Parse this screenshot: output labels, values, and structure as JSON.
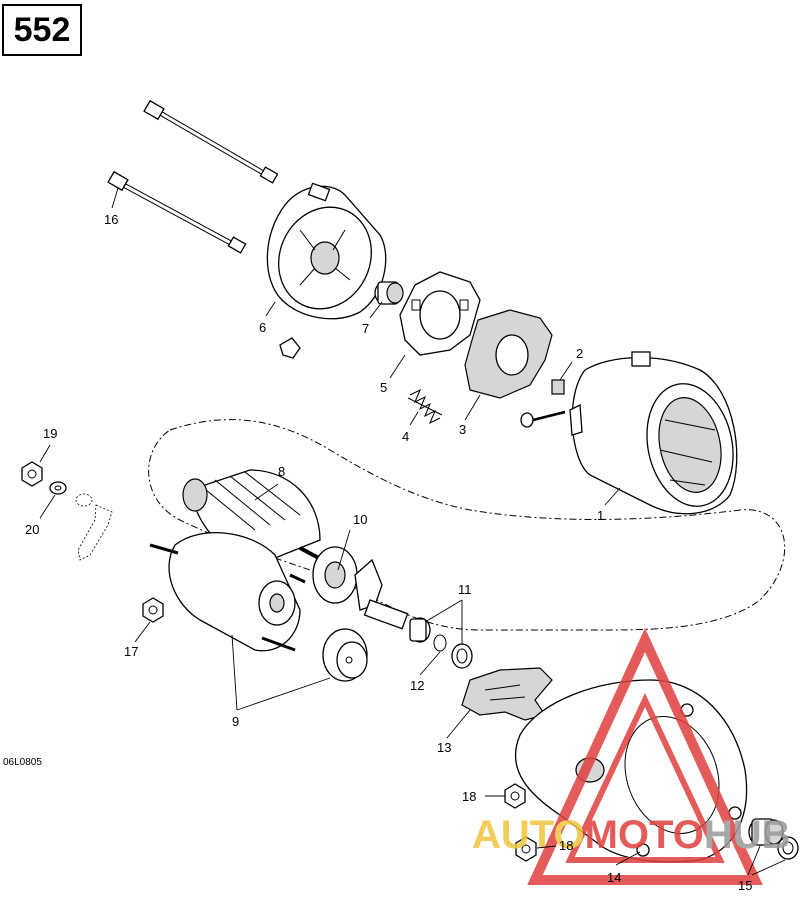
{
  "page_code": "552",
  "reference_code": "06L0805",
  "callouts": {
    "c1": "1",
    "c2": "2",
    "c3": "3",
    "c4": "4",
    "c5": "5",
    "c6": "6",
    "c7": "7",
    "c8": "8",
    "c9": "9",
    "c10": "10",
    "c11": "11",
    "c12": "12",
    "c13": "13",
    "c14": "14",
    "c15": "15",
    "c16": "16",
    "c17": "17",
    "c18a": "18",
    "c18b": "18",
    "c19": "19",
    "c20": "20"
  },
  "watermark": {
    "part1": "AUTO",
    "part2": "MOTO",
    "part3": "HUB",
    "color_red": "#e0403e",
    "color_yellow": "#f2c53d",
    "color_gray": "#9a9a9a"
  }
}
